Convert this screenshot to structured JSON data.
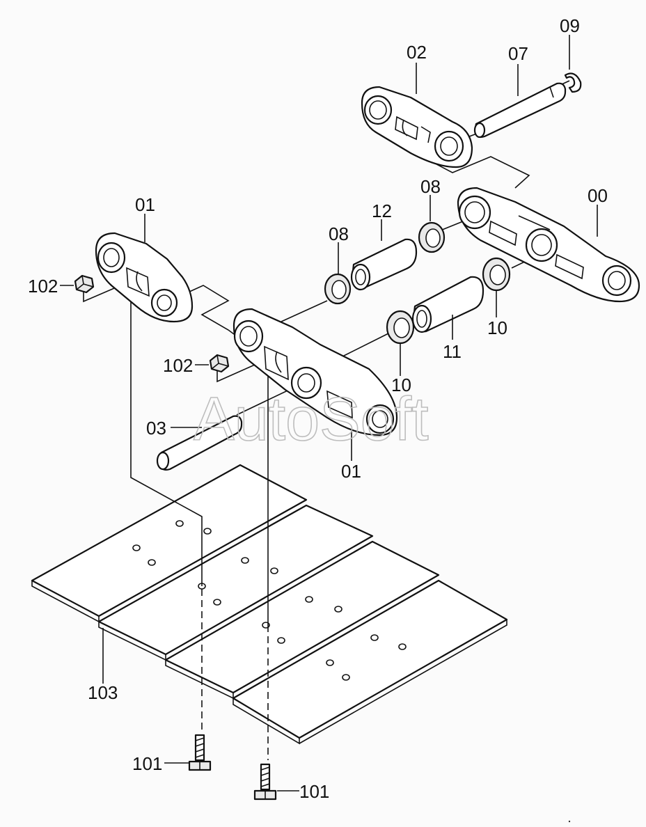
{
  "watermark": "AutoSoft",
  "labels": {
    "p00": "00",
    "p01_top": "01",
    "p01_bottom": "01",
    "p02": "02",
    "p03": "03",
    "p07": "07",
    "p08_left": "08",
    "p08_right": "08",
    "p09": "09",
    "p10_left": "10",
    "p10_right": "10",
    "p11": "11",
    "p12": "12",
    "p101_left": "101",
    "p101_right": "101",
    "p102_top": "102",
    "p102_mid": "102",
    "p103": "103"
  }
}
